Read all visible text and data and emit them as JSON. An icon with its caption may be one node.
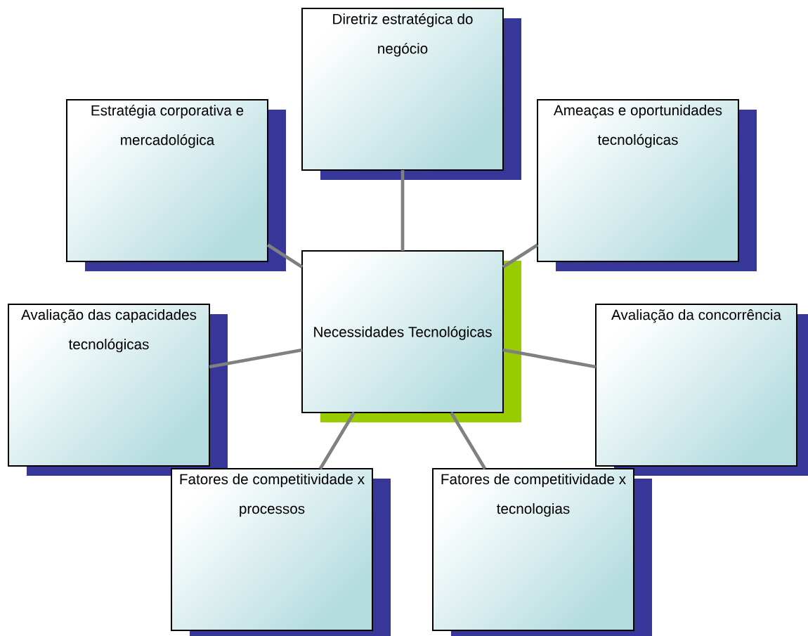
{
  "diagram": {
    "nodes": [
      {
        "text": [
          "Diretriz estratégica do negócio"
        ]
      },
      {
        "text": [
          "Estratégia corporativa e mercadológica"
        ]
      },
      {
        "text": [
          "Ameaças e oportunidades tecnológicas"
        ]
      },
      {
        "text": [
          "Necessidades Tecnológicas"
        ]
      },
      {
        "text": [
          "Avaliação das capacidades tecnológicas"
        ]
      },
      {
        "text": [
          "Avaliação da concorrência"
        ]
      },
      {
        "text": [
          "Fatores de competitividade x processos"
        ]
      },
      {
        "text": [
          "Fatores de competitividade x tecnologias"
        ]
      }
    ],
    "edges": [
      {
        "from": 3,
        "to": 0,
        "arrow": "none"
      },
      {
        "from": 3,
        "to": 1,
        "arrow": "none"
      },
      {
        "from": 3,
        "to": 2,
        "arrow": "none"
      },
      {
        "from": 3,
        "to": 4,
        "arrow": "none"
      },
      {
        "from": 3,
        "to": 5,
        "arrow": "none"
      },
      {
        "from": 3,
        "to": 6,
        "arrow": "none"
      },
      {
        "from": 3,
        "to": 7,
        "arrow": "none"
      }
    ]
  }
}
